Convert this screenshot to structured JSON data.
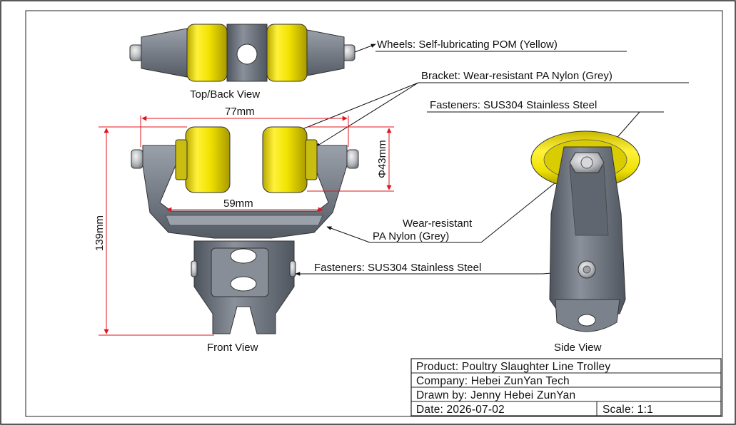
{
  "views": {
    "top": "Top/Back View",
    "front": "Front View",
    "side": "Side View"
  },
  "dimensions": {
    "width_outer": "77mm",
    "width_inner": "59mm",
    "wheel_dia": "Φ43mm",
    "height": "139mm"
  },
  "callouts": {
    "wheels": "Wheels: Self-lubricating POM (Yellow)",
    "bracket": "Bracket: Wear-resistant PA Nylon (Grey)",
    "fasteners_side": "Fasteners: SUS304 Stainless Steel",
    "nylon_line1": "Wear-resistant",
    "nylon_line2": "PA Nylon (Grey)",
    "fasteners_mid": "Fasteners: SUS304 Stainless Steel"
  },
  "title_block": {
    "product": "Product: Poultry Slaughter Line Trolley",
    "company": "Company: Hebei ZunYan Tech",
    "drawn_by": "Drawn by: Jenny Hebei ZunYan",
    "date": "Date: 2026-07-02",
    "scale": "Scale: 1:1"
  },
  "colors": {
    "wheel_yellow": "#f2e600",
    "bracket_grey": "#6a717c",
    "dim_red": "#e0141e",
    "line": "#1a1a1a"
  }
}
